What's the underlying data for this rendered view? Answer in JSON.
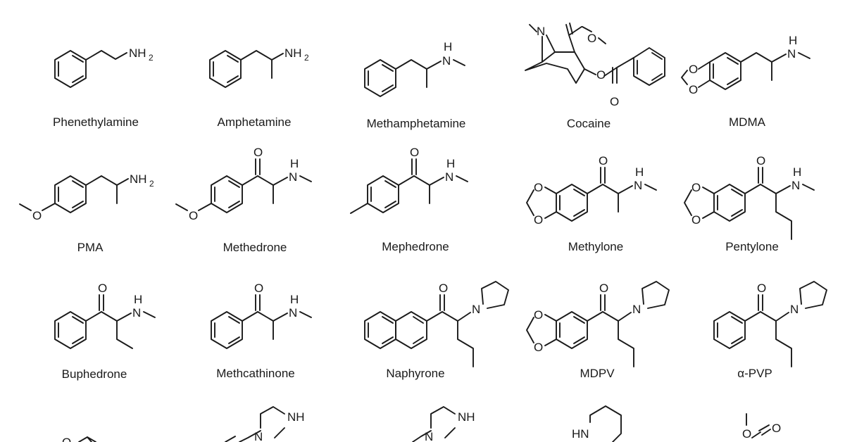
{
  "compounds": [
    {
      "name": "Phenethylamine"
    },
    {
      "name": "Amphetamine"
    },
    {
      "name": "Methamphetamine"
    },
    {
      "name": "Cocaine"
    },
    {
      "name": "MDMA"
    },
    {
      "name": "PMA"
    },
    {
      "name": "Methedrone"
    },
    {
      "name": "Mephedrone"
    },
    {
      "name": "Methylone"
    },
    {
      "name": "Pentylone"
    },
    {
      "name": "Buphedrone"
    },
    {
      "name": "Methcathinone"
    },
    {
      "name": "Naphyrone"
    },
    {
      "name": "MDPV"
    },
    {
      "name": "α-PVP"
    }
  ],
  "atoms": {
    "nitrogen": "N",
    "oxygen": "O",
    "hydrogen": "H",
    "amine": "NH",
    "subscript_two": "2",
    "ring_nh": "NH",
    "ring_hn": "HN"
  }
}
